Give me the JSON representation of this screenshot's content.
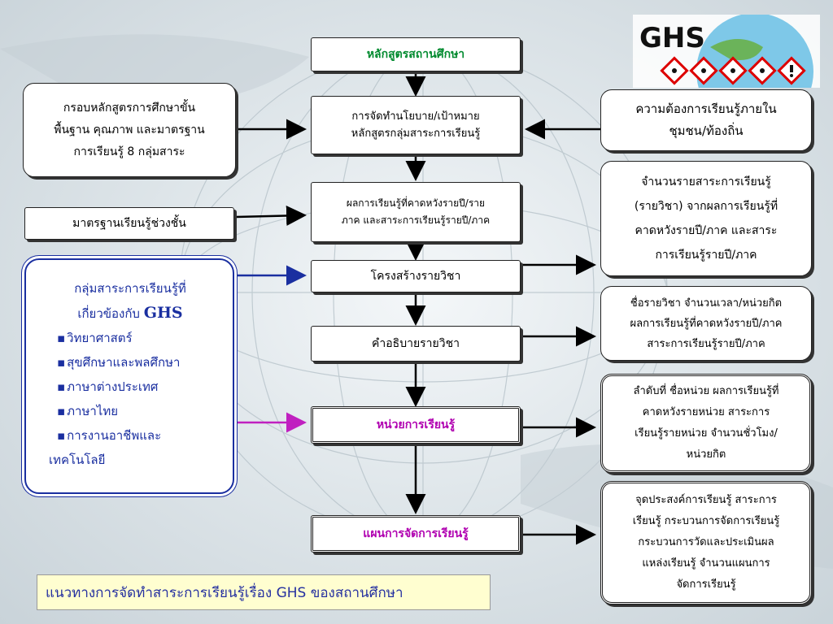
{
  "center": {
    "curriculum": "หลักสูตรสถานศึกษา",
    "policy_line1": "การจัดทำนโยบาย/เป้าหมาย",
    "policy_line2": "หลักสูตรกลุ่มสาระการเรียนรู้",
    "outcomes_line1": "ผลการเรียนรู้ที่คาดหวังรายปี/ราย",
    "outcomes_line2": "ภาค และสาระการเรียนรู้รายปี/ภาค",
    "structure": "โครงสร้างรายวิชา",
    "description": "คำอธิบายรายวิชา",
    "unit": "หน่วยการเรียนรู้",
    "plan": "แผนการจัดการเรียนรู้"
  },
  "left": {
    "framework_line1": "กรอบหลักสูตรการศึกษาขั้น",
    "framework_line2": "พื้นฐาน คุณภาพ และมาตรฐาน",
    "framework_line3": "การเรียนรู้  8 กลุ่มสาระ",
    "standards": "มาตรฐานเรียนรู้ช่วงชั้น",
    "ghs_heading_line1": "กลุ่มสาระการเรียนรู้ที่",
    "ghs_heading_line2": "เกี่ยวข้องกับ",
    "ghs_word": "GHS",
    "subjects": [
      "วิทยาศาสตร์",
      "สุขศึกษาและพลศึกษา",
      "ภาษาต่างประเทศ",
      "ภาษาไทย",
      "การงานอาชีพและ"
    ],
    "subject_cont": "เทคโนโลยี"
  },
  "right": {
    "community_line1": "ความต้องการเรียนรู้ภายใน",
    "community_line2": "ชุมชน/ท้องถิ่น",
    "count_lines": [
      "จำนวนรายสาระการเรียนรู้",
      "(รายวิชา) จากผลการเรียนรู้ที่",
      "คาดหวังรายปี/ภาค และสาระ",
      "การเรียนรู้รายปี/ภาค"
    ],
    "course_lines": [
      "ชื่อรายวิชา จำนวนเวลา/หน่วยกิต",
      "ผลการเรียนรู้ที่คาดหวังรายปี/ภาค",
      "สาระการเรียนรู้รายปี/ภาค"
    ],
    "unit_lines": [
      "ลำดับที่ ชื่อหน่วย ผลการเรียนรู้ที่",
      "คาดหวังรายหน่วย สาระการ",
      "เรียนรู้รายหน่วย จำนวนชั่วโมง/",
      "หน่วยกิต"
    ],
    "plan_lines": [
      "จุดประสงค์การเรียนรู้ สาระการ",
      "เรียนรู้ กระบวนการจัดการเรียนรู้",
      "กระบวนการวัดและประเมินผล",
      "แหล่งเรียนรู้ จำนวนแผนการ",
      "จัดการเรียนรู้"
    ]
  },
  "logo": {
    "text": "GHS"
  },
  "footer": "แนวทางการจัดทำสาระการเรียนรู้เรื่อง GHS ของสถานศึกษา",
  "colors": {
    "green": "#008a2e",
    "magenta": "#b000b0",
    "blue": "#1a2fa0",
    "footer_bg": "#fffed0"
  }
}
